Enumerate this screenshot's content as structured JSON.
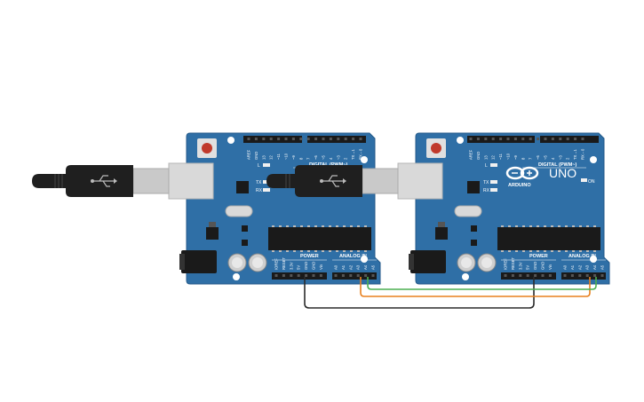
{
  "circuit": {
    "boards": [
      {
        "id": "left",
        "digital_header_label": "DIGITAL (PWM~)",
        "power_label": "POWER",
        "analog_label": "ANALOG IN",
        "led_labels": [
          "L",
          "TX",
          "RX"
        ],
        "digital_pins": [
          "AREF",
          "GND",
          "13",
          "12",
          "~11",
          "~10",
          "~9",
          "8",
          "7",
          "~6",
          "~5",
          "4",
          "~3",
          "2",
          "TX→1",
          "RX←0"
        ],
        "power_pins": [
          "IOREF",
          "RESET",
          "3.3V",
          "5V",
          "GND",
          "GND",
          "Vin"
        ],
        "analog_pins": [
          "A0",
          "A1",
          "A2",
          "A3",
          "A4",
          "A5"
        ]
      },
      {
        "id": "right",
        "logo_text": "ARDUINO",
        "model_text": "UNO",
        "on_label": "ON",
        "digital_header_label": "DIGITAL (PWM~)",
        "power_label": "POWER",
        "analog_label": "ANALOG IN",
        "led_labels": [
          "L",
          "TX",
          "RX"
        ],
        "digital_pins": [
          "AREF",
          "GND",
          "13",
          "12",
          "~11",
          "~10",
          "~9",
          "8",
          "7",
          "~6",
          "~5",
          "4",
          "~3",
          "2",
          "TX→1",
          "RX←0"
        ],
        "power_pins": [
          "IOREF",
          "RESET",
          "3.3V",
          "5V",
          "GND",
          "GND",
          "Vin"
        ],
        "analog_pins": [
          "A0",
          "A1",
          "A2",
          "A3",
          "A4",
          "A5"
        ]
      }
    ],
    "wires": [
      {
        "name": "gnd-wire",
        "color": "#2b2b2b",
        "from": "left GND",
        "to": "right GND"
      },
      {
        "name": "a4-wire",
        "color": "#e8801e",
        "from": "left A4",
        "to": "right A4"
      },
      {
        "name": "a5-wire",
        "color": "#4caf50",
        "from": "left A5",
        "to": "right A5"
      }
    ],
    "colors": {
      "board": "#2f6fa6",
      "board_edge": "#245a8a",
      "header": "#1a1a1a",
      "usb_cable": "#1f1f1f",
      "usb_port": "#d9d9d9",
      "reset_button": "#c0392b"
    },
    "icons": [
      "usb-plug-icon",
      "reset-button-icon",
      "arduino-logo-icon"
    ]
  }
}
